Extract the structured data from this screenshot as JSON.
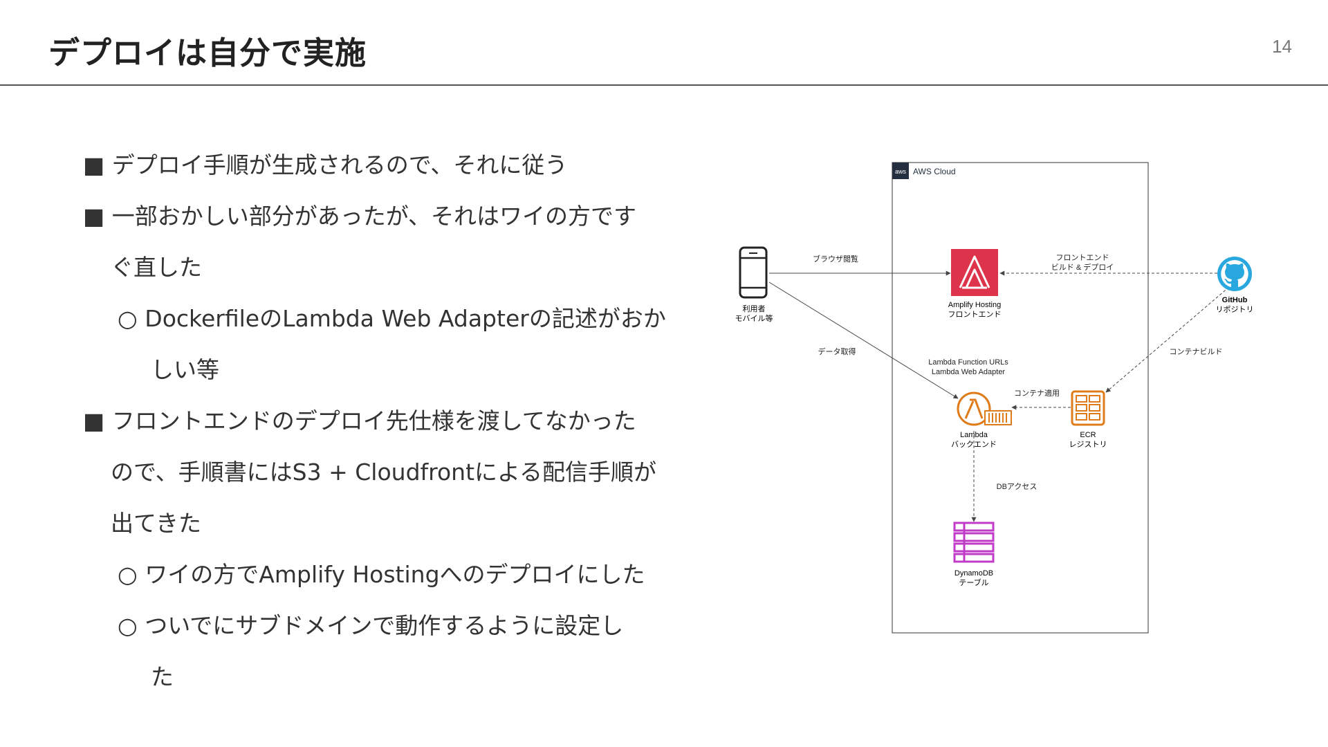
{
  "slide": {
    "title": "デプロイは自分で実施",
    "page_number": "14"
  },
  "bullets": [
    {
      "marker": "■",
      "line1": "デプロイ手順が生成されるので、それに従う"
    },
    {
      "marker": "■",
      "line1": "一部おかしい部分があったが、それはワイの方です",
      "line2": "ぐ直した"
    },
    {
      "marker": "○",
      "line1": "DockerfileのLambda Web Adapterの記述がおか",
      "line2": "しい等"
    },
    {
      "marker": "■",
      "line1": "フロントエンドのデプロイ先仕様を渡してなかった",
      "line2": "ので、手順書にはS3 + Cloudfrontによる配信手順が",
      "line3": "出てきた"
    },
    {
      "marker": "○",
      "line1": "ワイの方でAmplify Hostingへのデプロイにした"
    },
    {
      "marker": "○",
      "line1": "ついでにサブドメインで動作するように設定し",
      "line2": "た"
    }
  ],
  "diagram": {
    "aws_logo": "aws",
    "aws_cloud_label": "AWS Cloud",
    "user": {
      "line1": "利用者",
      "line2": "モバイル等",
      "icon": "smartphone-icon"
    },
    "amplify": {
      "line1": "Amplify Hosting",
      "line2": "フロントエンド",
      "icon": "amplify-icon",
      "color": "#dd344c"
    },
    "github": {
      "line1": "GitHub",
      "line2": "リポジトリ",
      "icon": "github-icon",
      "color": "#29a8e0"
    },
    "lambda": {
      "line1": "Lambda",
      "line2": "バックエンド",
      "icon": "lambda-icon",
      "color": "#e07b1a"
    },
    "ecr": {
      "line1": "ECR",
      "line2": "レジストリ",
      "icon": "ecr-icon",
      "color": "#e07b1a"
    },
    "dynamodb": {
      "line1": "DynamoDB",
      "line2": "テーブル",
      "icon": "dynamodb-icon",
      "color": "#c13bc9"
    },
    "edges": {
      "browse": "ブラウザ閲覧",
      "frontend_build_1": "フロントエンド",
      "frontend_build_2": "ビルド & デプロイ",
      "data_fetch": "データ取得",
      "function_urls_1": "Lambda Function URLs",
      "function_urls_2": "Lambda Web Adapter",
      "container_apply": "コンテナ適用",
      "container_build": "コンテナビルド",
      "db_access": "DBアクセス"
    }
  }
}
